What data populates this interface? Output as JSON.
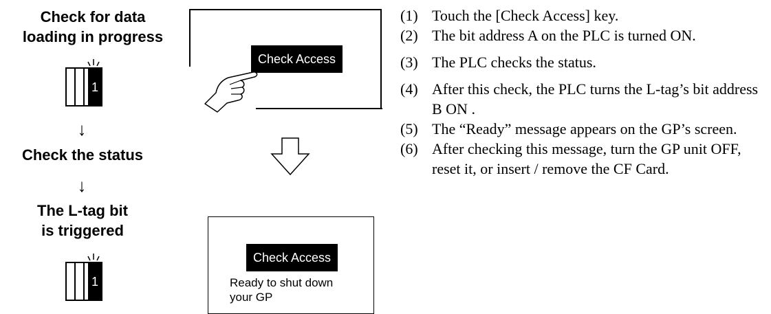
{
  "flow": {
    "label_1": "Check for data loading in progress",
    "label_1_line1": "Check for data",
    "label_1_line2": "loading in progress",
    "arrow": "↓",
    "label_2": "Check the status",
    "label_3_line1": "The L-tag bit",
    "label_3_line2": "is triggered",
    "bit_value": "1"
  },
  "screens": {
    "key_label": "Check Access",
    "ready_message_line1": "Ready to shut down",
    "ready_message_line2": "your GP"
  },
  "steps": [
    {
      "num": "(1)",
      "text": "Touch the [Check Access] key."
    },
    {
      "num": "(2)",
      "text": "The bit address A on the PLC is turned ON."
    },
    {
      "num": "(3)",
      "text": "The PLC checks the status."
    },
    {
      "num": "(4)",
      "text": "After this check, the PLC turns the L-tag’s bit address B ON ."
    },
    {
      "num": "(5)",
      "text": "The “Ready” message appears on the GP’s screen."
    },
    {
      "num": "(6)",
      "text": "After checking this message, turn the GP unit OFF, reset it, or insert / remove the CF Card."
    }
  ]
}
